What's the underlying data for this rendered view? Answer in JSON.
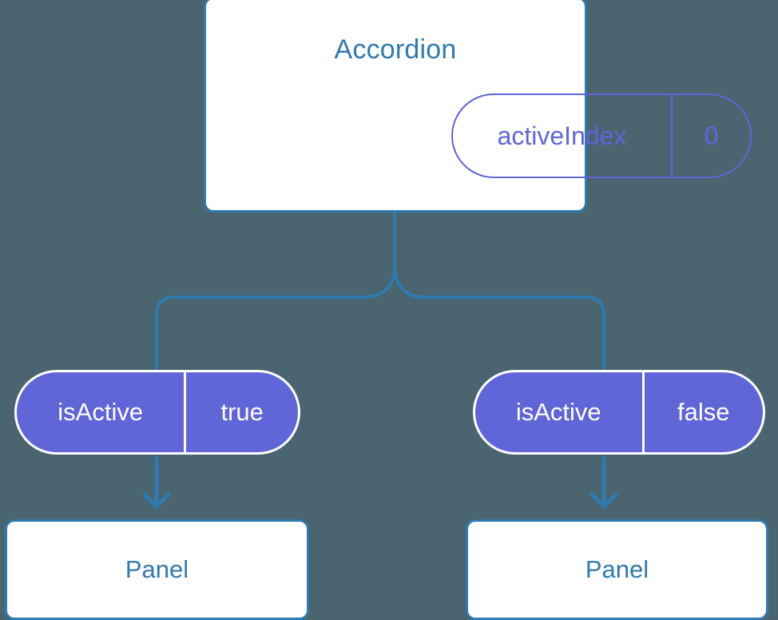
{
  "theme": {
    "background": "#4a6570",
    "card_border": "#2f7ab0",
    "card_fill": "#ffffff",
    "title_text": "#2f7ab0",
    "accent_purple": "#6065d8",
    "pill_text_on_fill": "#ffffff",
    "connector_line": "#2f7ab0"
  },
  "diagram": {
    "type": "component-tree",
    "parent": {
      "title": "Accordion",
      "state_pill": {
        "key": "activeIndex",
        "value": "0",
        "style": "outline"
      }
    },
    "branches": [
      {
        "side": "left",
        "prop_pill": {
          "key": "isActive",
          "value": "true",
          "style": "filled"
        },
        "child": {
          "title": "Panel"
        }
      },
      {
        "side": "right",
        "prop_pill": {
          "key": "isActive",
          "value": "false",
          "style": "filled"
        },
        "child": {
          "title": "Panel"
        }
      }
    ]
  }
}
